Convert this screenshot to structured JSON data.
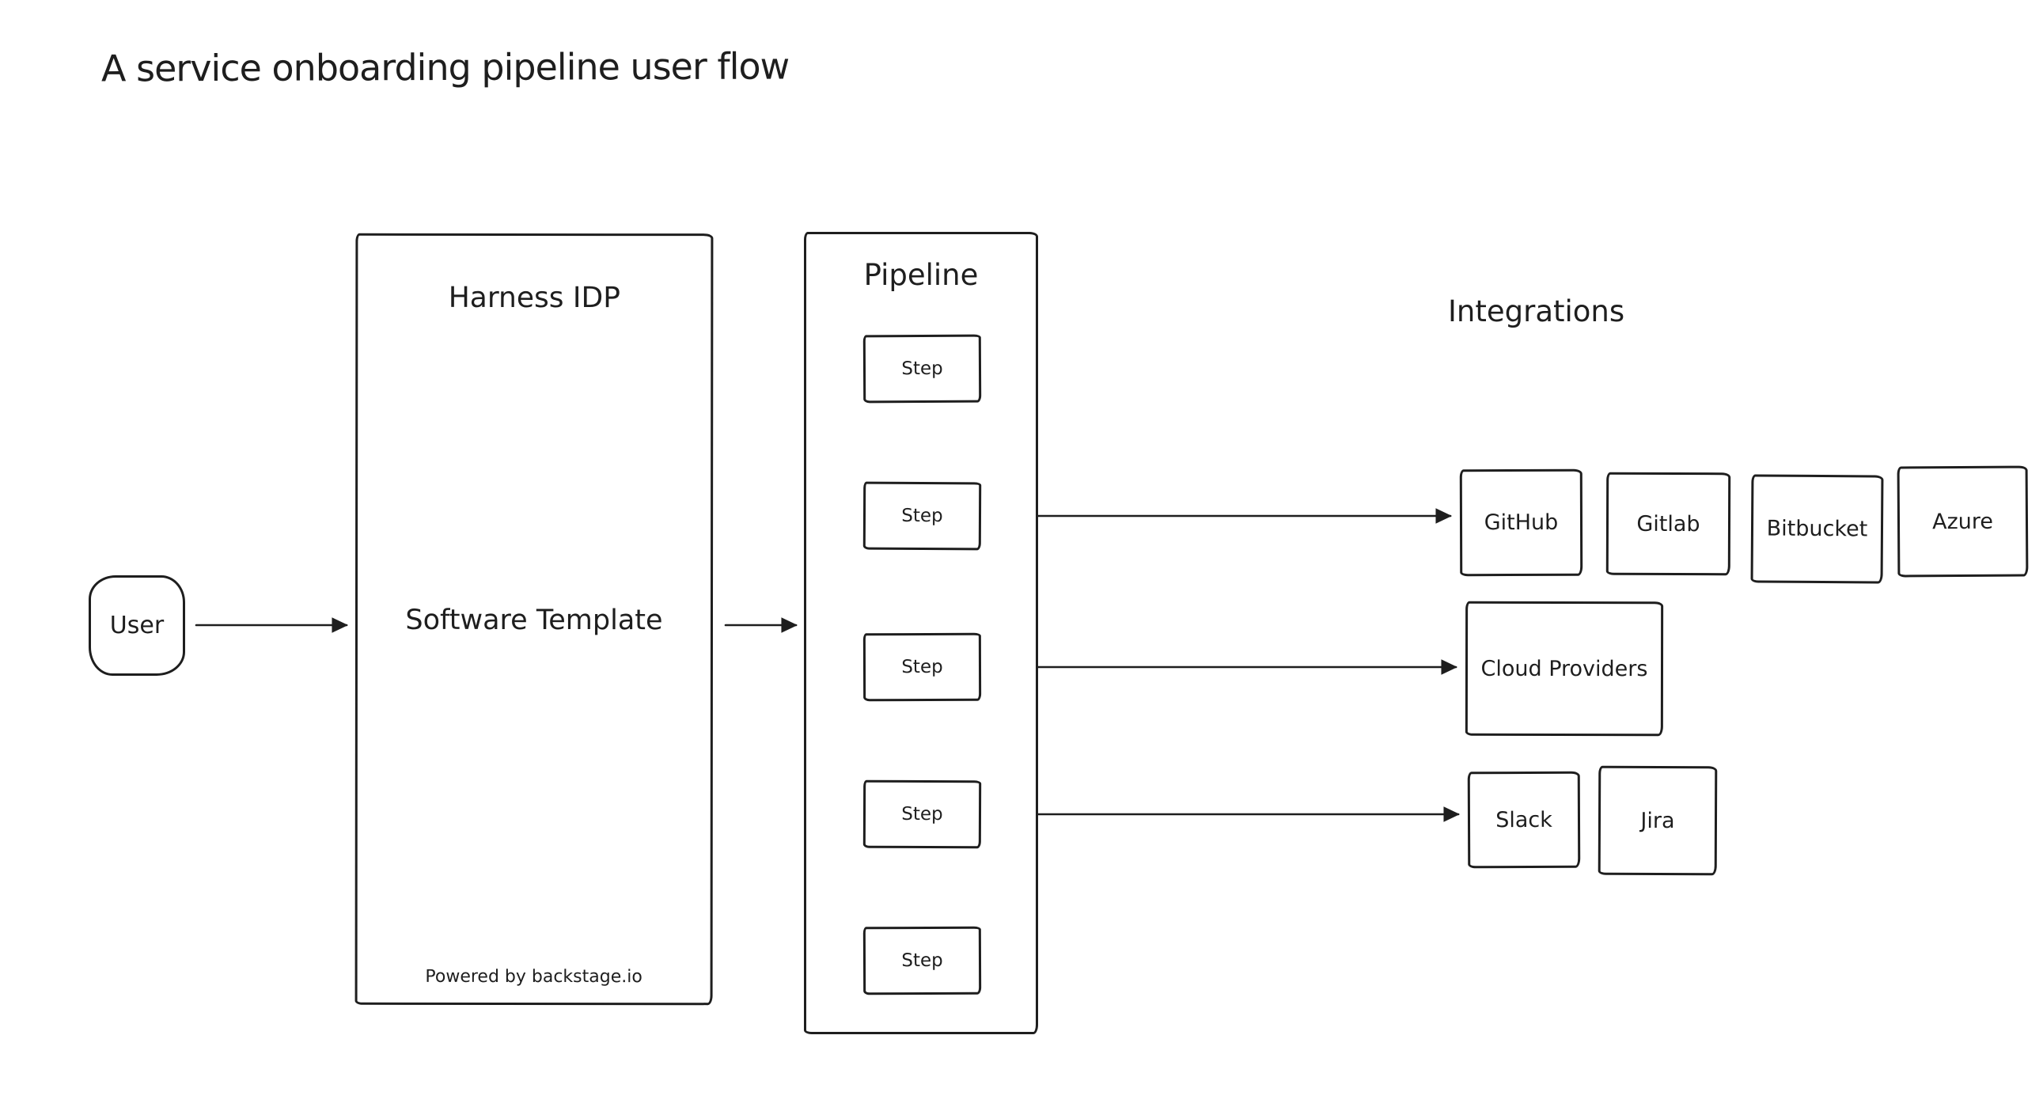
{
  "title": "A service onboarding pipeline user flow",
  "user_node": {
    "label": "User"
  },
  "harness": {
    "title": "Harness IDP",
    "center_label": "Software Template",
    "footer": "Powered by backstage.io"
  },
  "pipeline": {
    "title": "Pipeline",
    "steps": [
      "Step",
      "Step",
      "Step",
      "Step",
      "Step"
    ]
  },
  "integrations": {
    "heading": "Integrations",
    "source_control": [
      "GitHub",
      "Gitlab",
      "Bitbucket",
      "Azure"
    ],
    "cloud": [
      "Cloud Providers"
    ],
    "collaboration": [
      "Slack",
      "Jira"
    ]
  },
  "colors": {
    "stroke": "#1e1e1e",
    "background": "#ffffff"
  }
}
